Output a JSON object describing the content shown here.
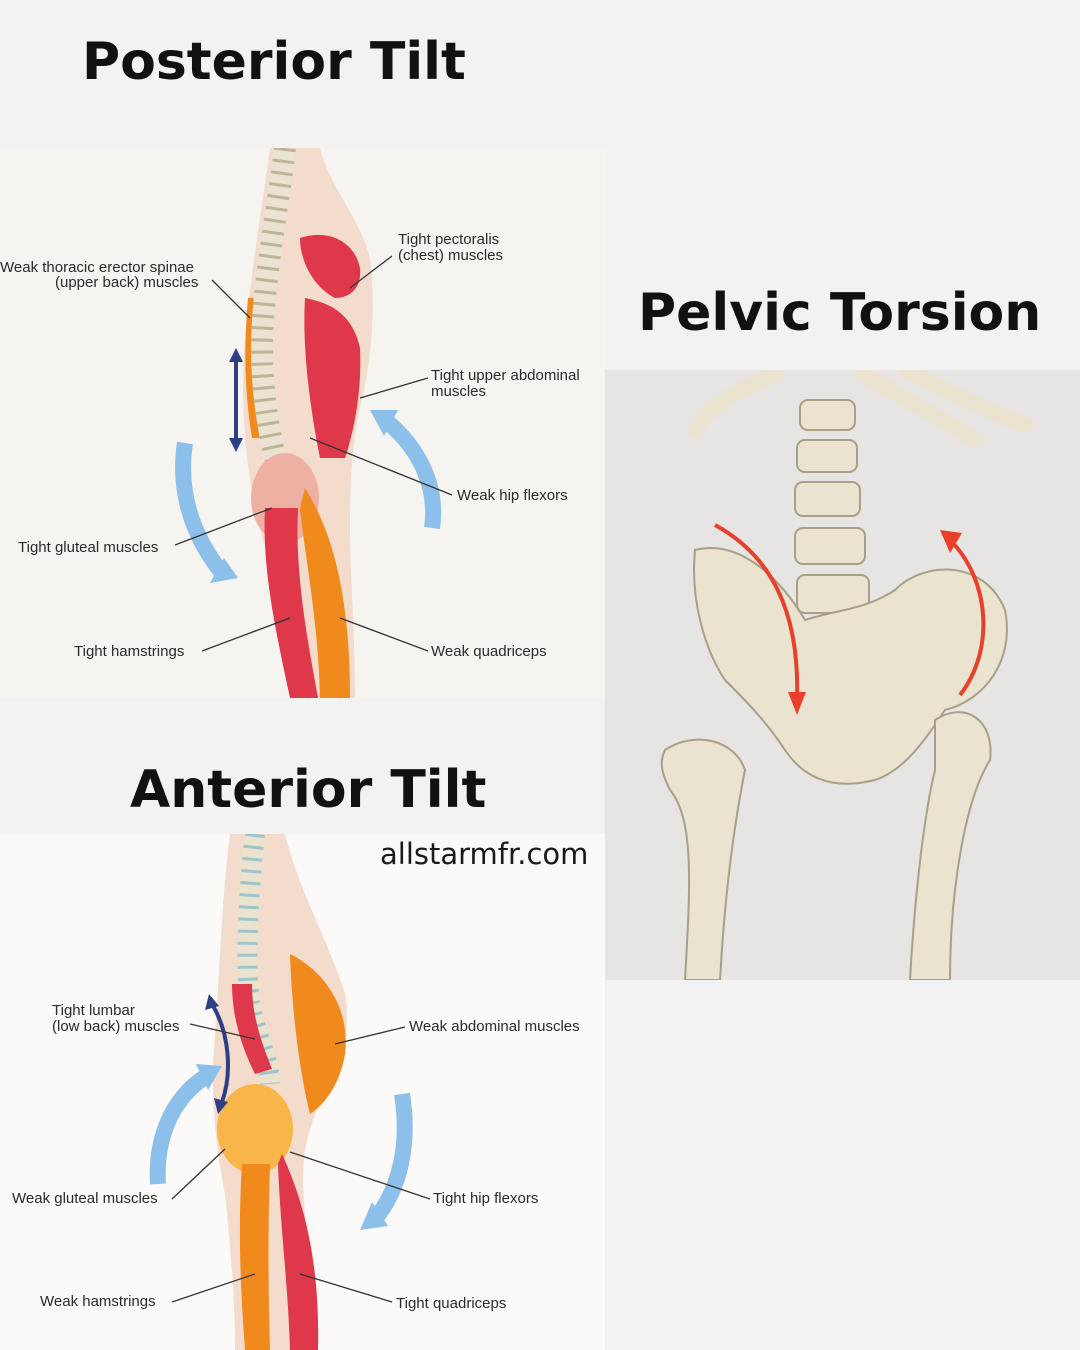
{
  "headings": {
    "posterior": "Posterior Tilt",
    "pelvic": "Pelvic Torsion",
    "anterior": "Anterior Tilt"
  },
  "website": "allstarmfr.com",
  "posterior_labels": {
    "upper_back_1": "Weak thoracic erector spinae",
    "upper_back_2": "(upper back) muscles",
    "pectoralis_1": "Tight pectoralis",
    "pectoralis_2": "(chest) muscles",
    "abdominal_1": "Tight upper abdominal",
    "abdominal_2": "muscles",
    "hip_flexors": "Weak hip flexors",
    "gluteal": "Tight gluteal muscles",
    "hamstrings": "Tight hamstrings",
    "quadriceps": "Weak quadriceps"
  },
  "anterior_labels": {
    "lumbar_1": "Tight lumbar",
    "lumbar_2": "(low back) muscles",
    "abdominal": "Weak abdominal muscles",
    "gluteal": "Weak gluteal muscles",
    "hip_flexors": "Tight hip flexors",
    "hamstrings": "Weak hamstrings",
    "quadriceps": "Tight quadriceps"
  },
  "colors": {
    "background": "#f2f2f2",
    "muscle_tight": "#e0384b",
    "muscle_weak": "#f08a1c",
    "skin": "#f3dccb",
    "bone": "#e9e3cf",
    "arrow_blue": "#8cc0ea",
    "arrow_navy": "#2e3f86",
    "arrow_red": "#e8402a"
  }
}
